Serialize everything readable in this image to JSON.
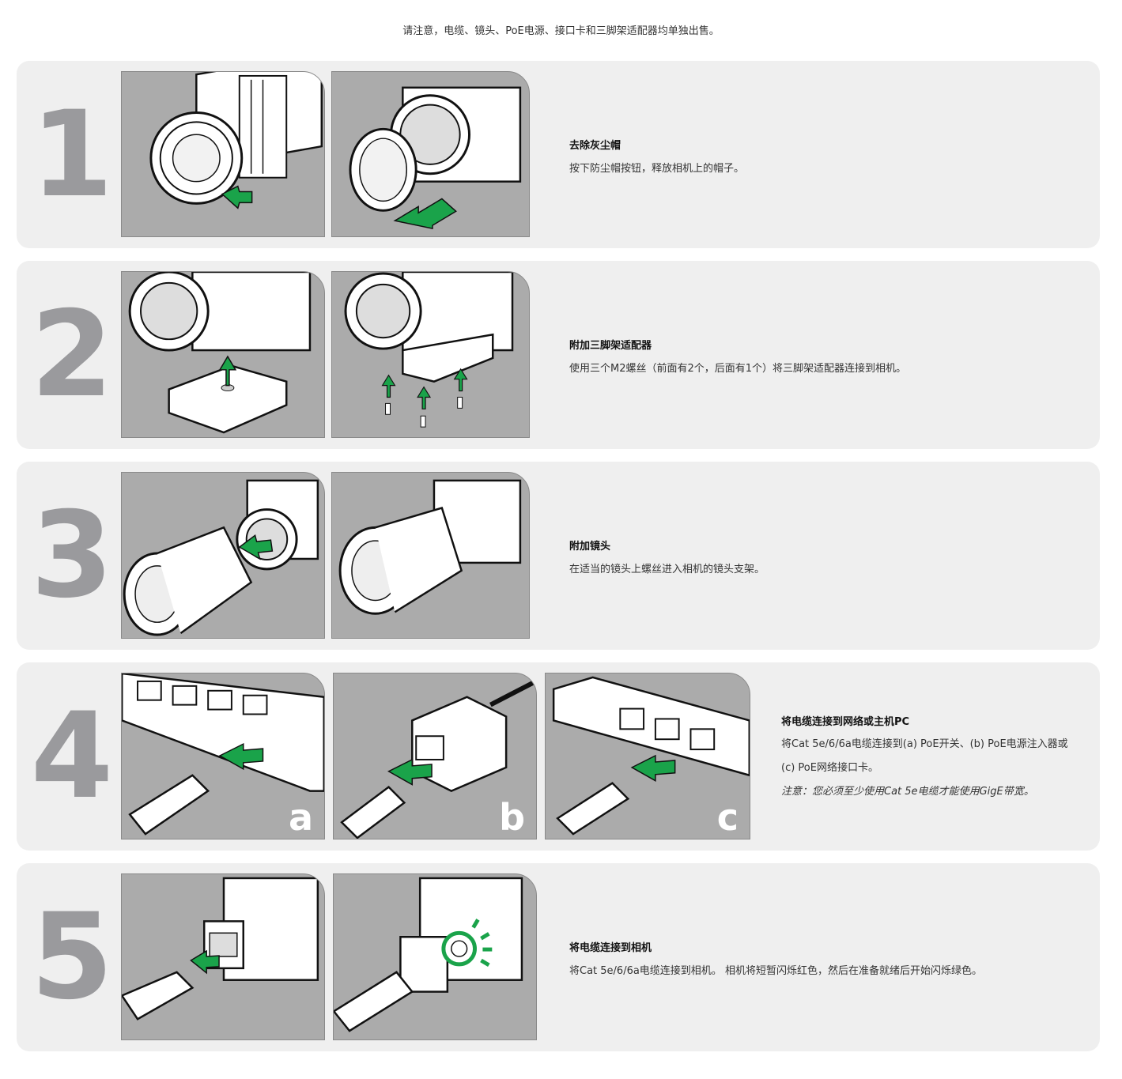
{
  "notice": "请注意，电缆、镜头、PoE电源、接口卡和三脚架适配器均单独出售。",
  "steps": [
    {
      "number": "1",
      "title": "去除灰尘帽",
      "desc": "按下防尘帽按钮，释放相机上的帽子。"
    },
    {
      "number": "2",
      "title": "附加三脚架适配器",
      "desc": "使用三个M2螺丝（前面有2个，后面有1个）将三脚架适配器连接到相机。"
    },
    {
      "number": "3",
      "title": "附加镜头",
      "desc": "在适当的镜头上螺丝进入相机的镜头支架。"
    },
    {
      "number": "4",
      "title": "将电缆连接到网络或主机PC",
      "desc_line1": "将Cat 5e/6/6a电缆连接到(a) PoE开关、(b) PoE电源注入器或",
      "desc_line2": "(c) PoE网络接口卡。",
      "note": "注意：您必须至少使用Cat 5e电缆才能使用GigE带宽。",
      "panel_letters": [
        "a",
        "b",
        "c"
      ]
    },
    {
      "number": "5",
      "title": "将电缆连接到相机",
      "desc": "将Cat 5e/6/6a电缆连接到相机。 相机将短暂闪烁红色，然后在准备就绪后开始闪烁绿色。"
    }
  ],
  "colors": {
    "panel_bg": "#ababab",
    "card_bg": "#efefef",
    "arrow_green": "#1aa34a",
    "number_gray": "#9a9a9d"
  }
}
